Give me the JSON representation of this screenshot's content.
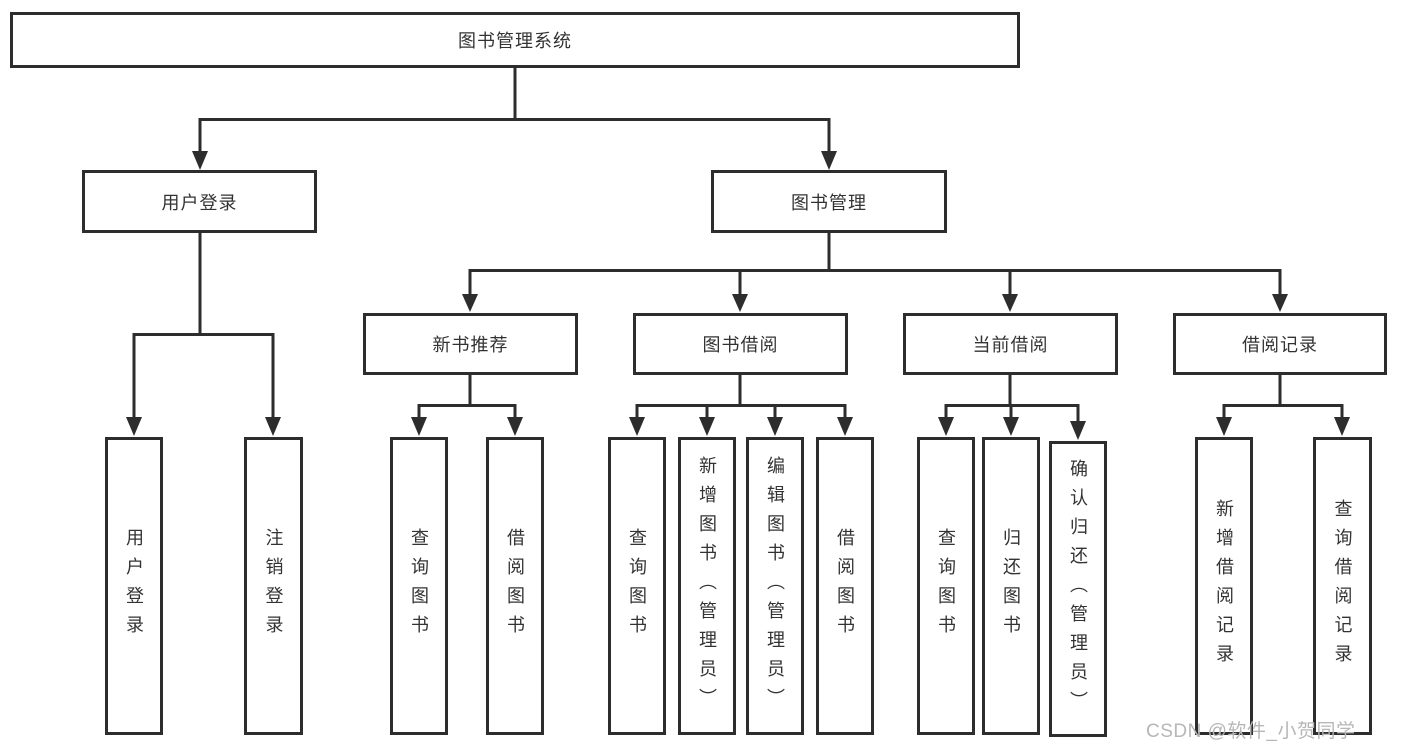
{
  "diagram": {
    "root": {
      "label": "图书管理系统"
    },
    "branches": [
      {
        "label": "用户登录",
        "children": [
          {
            "label": "用户登录"
          },
          {
            "label": "注销登录"
          }
        ]
      },
      {
        "label": "图书管理",
        "groups": [
          {
            "label": "新书推荐",
            "children": [
              {
                "label": "查询图书"
              },
              {
                "label": "借阅图书"
              }
            ]
          },
          {
            "label": "图书借阅",
            "children": [
              {
                "label": "查询图书"
              },
              {
                "label": "新增图书（管理员）"
              },
              {
                "label": "编辑图书（管理员）"
              },
              {
                "label": "借阅图书"
              }
            ]
          },
          {
            "label": "当前借阅",
            "children": [
              {
                "label": "查询图书"
              },
              {
                "label": "归还图书"
              },
              {
                "label": "确认归还（管理员）"
              }
            ]
          },
          {
            "label": "借阅记录",
            "children": [
              {
                "label": "新增借阅记录"
              },
              {
                "label": "查询借阅记录"
              }
            ]
          }
        ]
      }
    ]
  },
  "watermark": {
    "text": "CSDN @软件_小贺同学",
    "color": "#b7b7b7"
  },
  "colors": {
    "line": "#2d2d2d",
    "box_border": "#2d2d2d",
    "text": "#333333",
    "background": "#ffffff"
  }
}
